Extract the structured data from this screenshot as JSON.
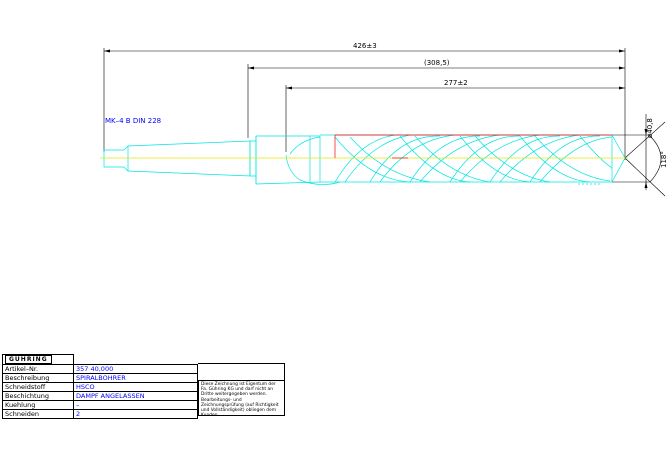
{
  "dimensions": {
    "overall_length": "426±3",
    "reference_length": "(308,5)",
    "flute_length": "277±2",
    "diameter": "ø40,8",
    "point_angle": "118°"
  },
  "note": {
    "taper_spec": "MK–4 B DIN 228"
  },
  "title_block": {
    "logo": "GÜHRING",
    "rows": [
      {
        "label": "Artikel–Nr.",
        "value": "357 40,000"
      },
      {
        "label": "Beschreibung",
        "value": "SPIRALBOHRER"
      },
      {
        "label": "Schneidstoff",
        "value": "HSCO"
      },
      {
        "label": "Beschichtung",
        "value": "DAMPF ANGELASSEN"
      },
      {
        "label": "Kuehlung",
        "value": "–"
      },
      {
        "label": "Schneiden",
        "value": "2"
      }
    ],
    "copyright": "Diese Zeichnung ist Eigentum der Fa. Gühring KG und darf nicht an Dritte weitergegeben werden. Bearbeitungs- und Zeichnungsprüfung (auf Richtigkeit und Vollständigkeit) obliegen dem Kunden."
  },
  "colors": {
    "outline": "#00e5e5",
    "centerline": "#e8e800",
    "dimension": "#000000",
    "accent": "#ff0000",
    "note": "#0000ff"
  }
}
